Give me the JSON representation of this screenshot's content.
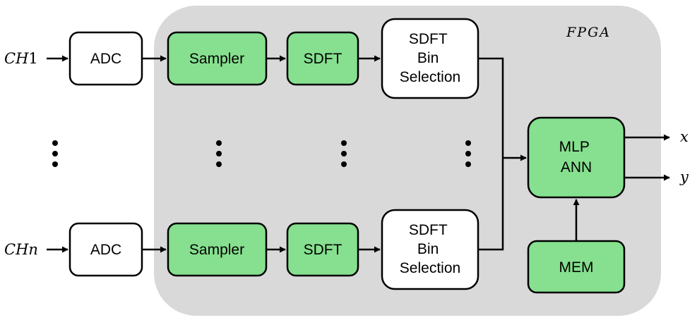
{
  "fpga": {
    "label": "FPGA",
    "fill": "#d9d9d9"
  },
  "colors": {
    "green": "#86e08f",
    "white": "#ffffff",
    "stroke": "#000000"
  },
  "channels": [
    {
      "input": {
        "prefix": "CH",
        "suffix": "1"
      },
      "adc": "ADC",
      "sampler": "Sampler",
      "sdft": "SDFT",
      "bin_selection": [
        "SDFT",
        "Bin",
        "Selection"
      ]
    },
    {
      "input": {
        "prefix": "CH",
        "suffix": "n"
      },
      "adc": "ADC",
      "sampler": "Sampler",
      "sdft": "SDFT",
      "bin_selection": [
        "SDFT",
        "Bin",
        "Selection"
      ]
    }
  ],
  "mlp": [
    "MLP",
    "ANN"
  ],
  "mem": "MEM",
  "outputs": [
    "x",
    "y"
  ]
}
